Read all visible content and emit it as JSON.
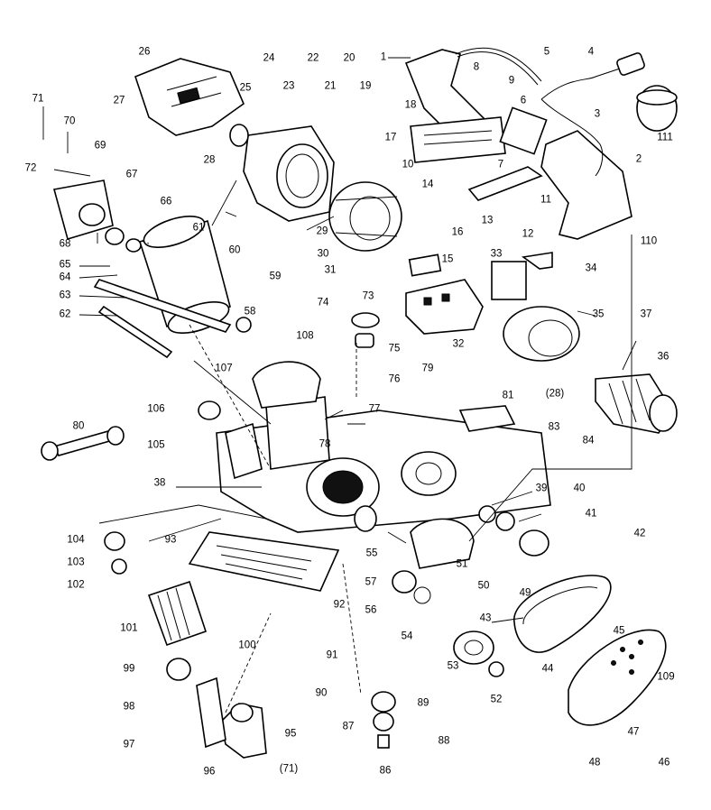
{
  "diagram": {
    "part_numbers": [
      "1",
      "2",
      "3",
      "4",
      "5",
      "6",
      "7",
      "8",
      "9",
      "10",
      "11",
      "12",
      "13",
      "14",
      "15",
      "16",
      "17",
      "18",
      "19",
      "20",
      "21",
      "22",
      "23",
      "24",
      "25",
      "26",
      "27",
      "28",
      "29",
      "30",
      "31",
      "32",
      "33",
      "34",
      "35",
      "36",
      "37",
      "38",
      "39",
      "40",
      "41",
      "42",
      "43",
      "44",
      "45",
      "46",
      "47",
      "48",
      "49",
      "50",
      "51",
      "52",
      "53",
      "54",
      "55",
      "56",
      "57",
      "58",
      "59",
      "60",
      "61",
      "62",
      "63",
      "64",
      "65",
      "66",
      "67",
      "68",
      "69",
      "70",
      "71",
      "72",
      "73",
      "74",
      "75",
      "76",
      "77",
      "78",
      "79",
      "80",
      "81",
      "(28)",
      "83",
      "84",
      "86",
      "87",
      "88",
      "89",
      "90",
      "91",
      "92",
      "93",
      "95",
      "96",
      "97",
      "98",
      "99",
      "100",
      "101",
      "102",
      "103",
      "104",
      "105",
      "106",
      "107",
      "108",
      "109",
      "110",
      "111",
      "(71)"
    ]
  }
}
